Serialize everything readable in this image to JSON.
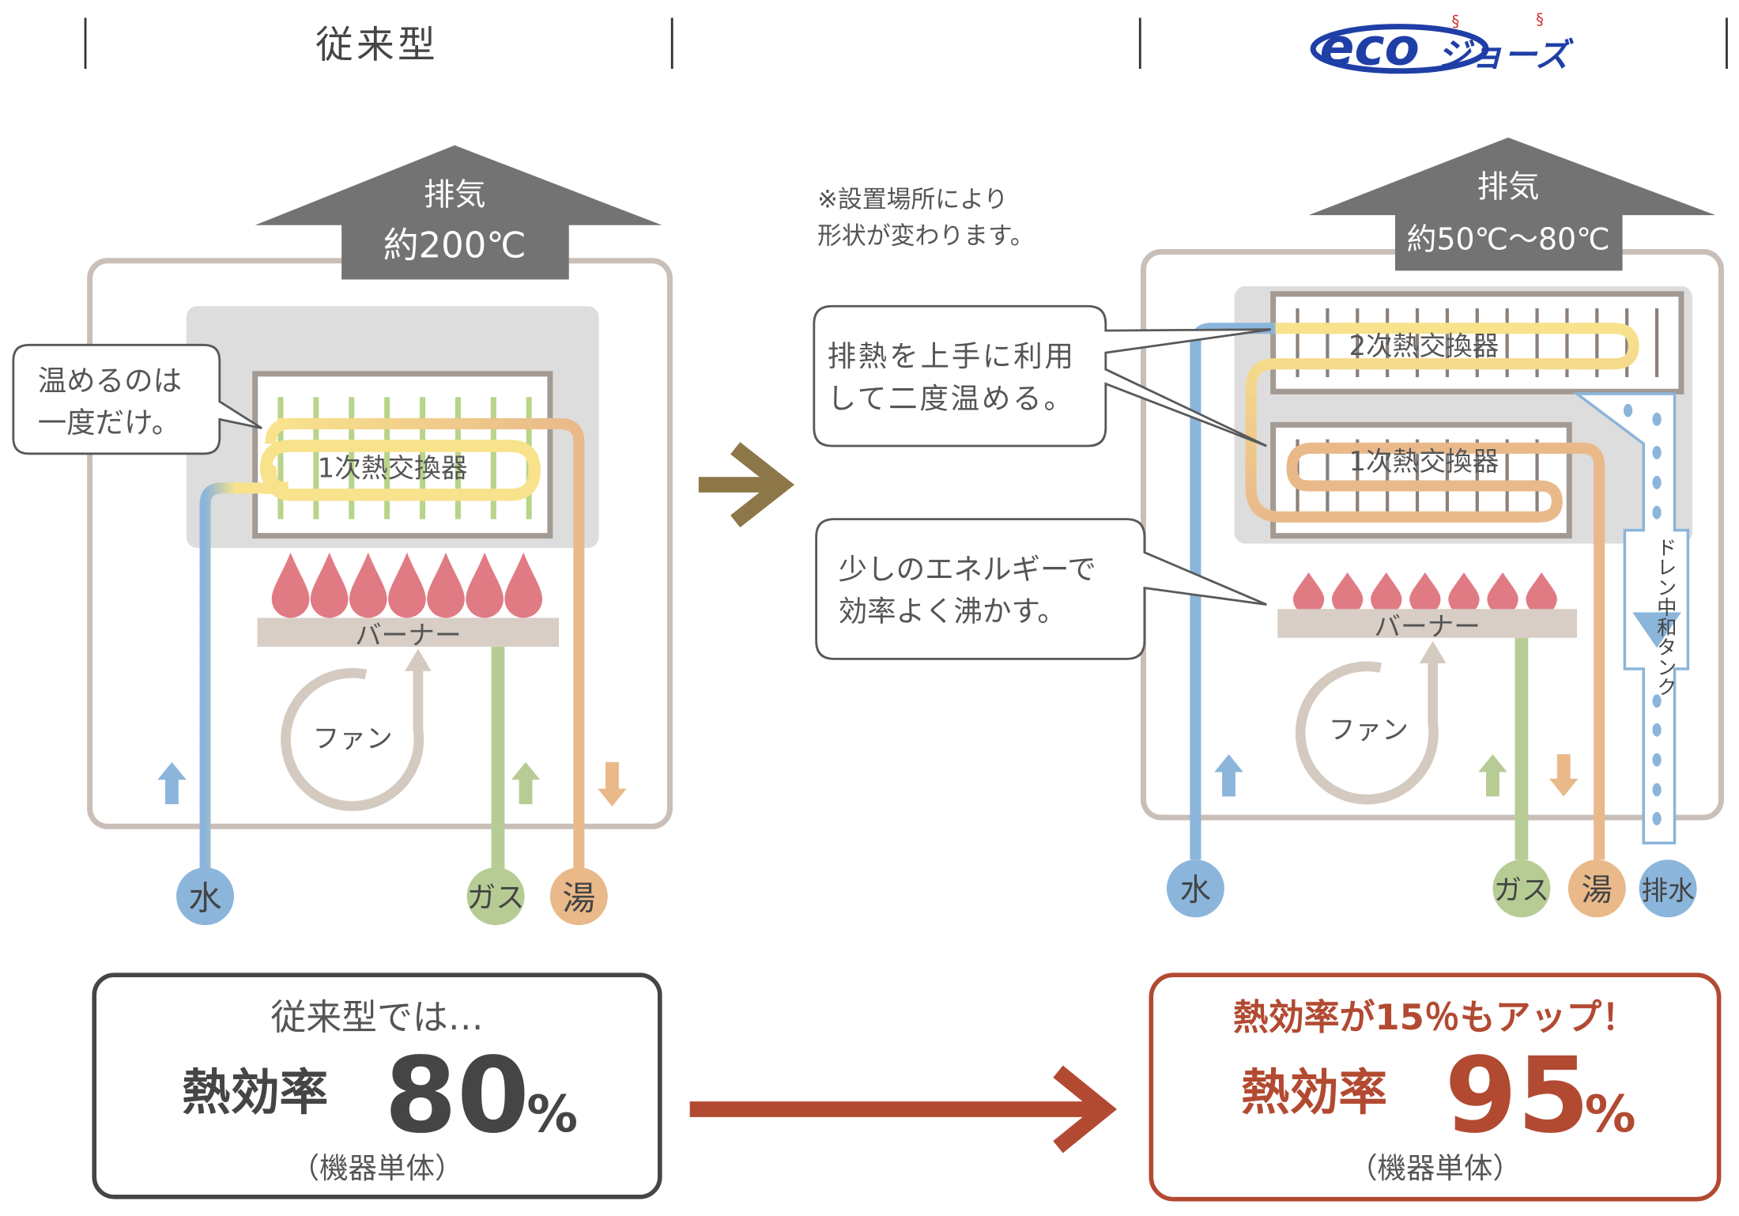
{
  "header": {
    "left_title": "従来型",
    "right_logo_latin": "eco",
    "right_logo_kana": "ジョーズ"
  },
  "note": {
    "line1": "※設置場所により",
    "line2": "形状が変わります。"
  },
  "left": {
    "exhaust_label": "排気",
    "exhaust_temp": "約200℃",
    "bubble_line1": "温めるのは",
    "bubble_line2": "一度だけ。",
    "exchanger_label": "1次熱交換器",
    "burner_label": "バーナー",
    "fan_label": "ファン",
    "pipe_water": "水",
    "pipe_gas": "ガス",
    "pipe_hot": "湯",
    "result_intro": "従来型では…",
    "result_label": "熱効率",
    "result_value": "80",
    "result_unit": "%",
    "result_note": "（機器単体）"
  },
  "right": {
    "exhaust_label": "排気",
    "exhaust_temp": "約50℃～80℃",
    "bubble1_line1": "排熱を上手に利用",
    "bubble1_line2": "して二度温める。",
    "bubble2_line1": "少しのエネルギーで",
    "bubble2_line2": "効率よく沸かす。",
    "exchanger2_label": "2次熱交換器",
    "exchanger1_label": "1次熱交換器",
    "drain_tank_label": "ドレン中和タンク",
    "burner_label": "バーナー",
    "fan_label": "ファン",
    "pipe_water": "水",
    "pipe_gas": "ガス",
    "pipe_hot": "湯",
    "pipe_drain": "排水",
    "result_intro": "熱効率が15％もアップ！",
    "result_label": "熱効率",
    "result_value": "95",
    "result_unit": "%",
    "result_note": "（機器単体）"
  },
  "colors": {
    "water": "#8bb5db",
    "gas": "#b7cc95",
    "hot": "#e9b98a",
    "coil": "#f8e28c",
    "flame": "#e07b84",
    "grey_label": "#707070",
    "accent_red": "#b24a32",
    "arrow_brown": "#8d7648",
    "logo_blue": "#1f3fa6"
  }
}
